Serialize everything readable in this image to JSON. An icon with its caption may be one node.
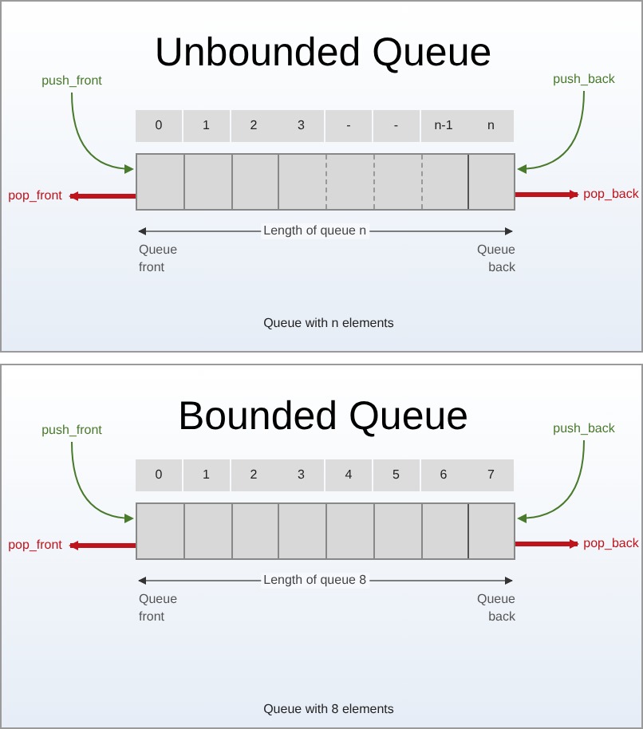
{
  "diagram": {
    "nodes": [
      {
        "text": [
          "Unbounded Queue",
          "Queue with n elements"
        ]
      },
      {
        "text": [
          "push_front"
        ],
        "in": 0
      },
      {
        "text": [
          "push_back"
        ],
        "in": 0
      },
      {
        "text": [
          "pop_front"
        ],
        "in": 0
      },
      {
        "text": [
          "pop_back"
        ],
        "in": 0
      },
      {
        "text": [
          "0"
        ],
        "in": 0
      },
      {
        "text": [
          "1"
        ],
        "in": 0
      },
      {
        "text": [
          "2"
        ],
        "in": 0
      },
      {
        "text": [
          "3"
        ],
        "in": 0
      },
      {
        "text": [
          "-"
        ],
        "in": 0
      },
      {
        "text": [
          "-"
        ],
        "in": 0
      },
      {
        "text": [
          "n-1"
        ],
        "in": 0
      },
      {
        "text": [
          "n"
        ],
        "in": 0
      },
      {
        "text": [],
        "shape": "box",
        "in": 0
      },
      {
        "text": [
          "Bounded Queue",
          "Queue with 8 elements"
        ]
      },
      {
        "text": [
          "push_front"
        ],
        "in": 14
      },
      {
        "text": [
          "push_back"
        ],
        "in": 14
      },
      {
        "text": [
          "pop_front"
        ],
        "in": 14
      },
      {
        "text": [
          "pop_back"
        ],
        "in": 14
      },
      {
        "text": [
          "0"
        ],
        "in": 14
      },
      {
        "text": [
          "1"
        ],
        "in": 14
      },
      {
        "text": [
          "2"
        ],
        "in": 14
      },
      {
        "text": [
          "3"
        ],
        "in": 14
      },
      {
        "text": [
          "4"
        ],
        "in": 14
      },
      {
        "text": [
          "5"
        ],
        "in": 14
      },
      {
        "text": [
          "6"
        ],
        "in": 14
      },
      {
        "text": [
          "7"
        ],
        "in": 14
      },
      {
        "text": [],
        "shape": "box",
        "in": 14
      }
    ],
    "edges": [
      {
        "from": 1,
        "to": 13,
        "arrow": "to",
        "color": "#4a7a2c"
      },
      {
        "from": 2,
        "to": 13,
        "arrow": "to",
        "color": "#4a7a2c"
      },
      {
        "from": 13,
        "to": 3,
        "arrow": "to",
        "style": "thick",
        "color": "#c0141c"
      },
      {
        "from": 13,
        "to": 4,
        "arrow": "to",
        "style": "thick",
        "color": "#c0141c"
      },
      {
        "from": 15,
        "to": 27,
        "arrow": "to",
        "color": "#4a7a2c"
      },
      {
        "from": 16,
        "to": 27,
        "arrow": "to",
        "color": "#4a7a2c"
      },
      {
        "from": 27,
        "to": 17,
        "arrow": "to",
        "style": "thick",
        "color": "#c0141c"
      },
      {
        "from": 27,
        "to": 18,
        "arrow": "to",
        "style": "thick",
        "color": "#c0141c"
      }
    ],
    "labels": [
      "Length of queue n",
      "Queue front",
      "Queue back",
      "Length of queue 8",
      "Queue front",
      "Queue back"
    ]
  }
}
